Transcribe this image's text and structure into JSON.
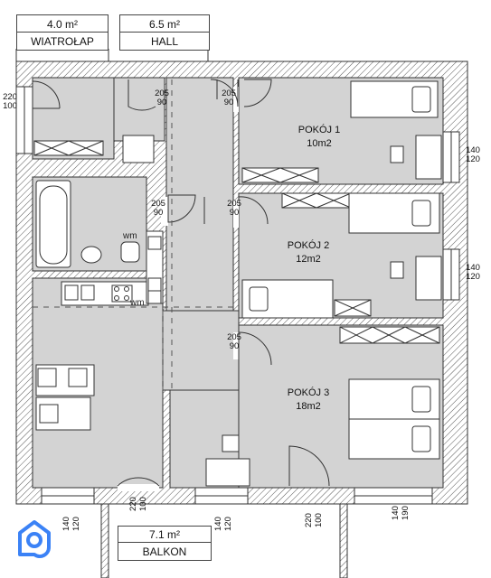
{
  "header": {
    "vestibule": {
      "area": "4.0 m²",
      "name": "WIATROŁAP"
    },
    "hall": {
      "area": "6.5 m²",
      "name": "HALL"
    }
  },
  "rooms": {
    "room1": {
      "name": "POKÓJ 1",
      "area": "10m2"
    },
    "room2": {
      "name": "POKÓJ 2",
      "area": "12m2"
    },
    "room3": {
      "name": "POKÓJ 3",
      "area": "18m2"
    }
  },
  "balcony": {
    "area": "7.1 m²",
    "name": "BALKON"
  },
  "appliances": {
    "wm1": "wm",
    "wm2": "wm"
  },
  "doors": [
    {
      "w": "205",
      "h": "90"
    },
    {
      "w": "205",
      "h": "90"
    },
    {
      "w": "205",
      "h": "90"
    },
    {
      "w": "205",
      "h": "90"
    },
    {
      "w": "205",
      "h": "90"
    }
  ],
  "windows": {
    "left": {
      "w": "220",
      "h": "100"
    },
    "right1": {
      "w": "140",
      "h": "120"
    },
    "right2": {
      "w": "140",
      "h": "120"
    },
    "bottom": [
      {
        "w": "140",
        "h": "120"
      },
      {
        "w": "220",
        "h": "100"
      },
      {
        "w": "140",
        "h": "120"
      },
      {
        "w": "220",
        "h": "100"
      },
      {
        "w": "140",
        "h": "190"
      }
    ]
  },
  "colors": {
    "floor": "#d3d3d3",
    "wall": "#ffffff",
    "line": "#333333"
  }
}
